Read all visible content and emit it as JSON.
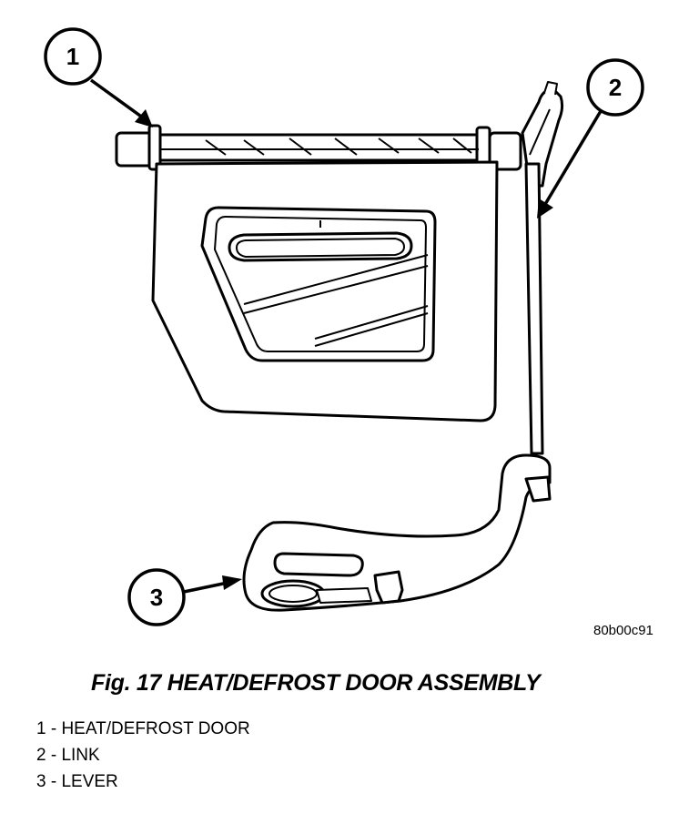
{
  "callouts": [
    {
      "number": "1"
    },
    {
      "number": "2"
    },
    {
      "number": "3"
    }
  ],
  "figure_code": "80b00c91",
  "caption": "Fig. 17 HEAT/DEFROST DOOR ASSEMBLY",
  "legend": [
    {
      "text": "1 - HEAT/DEFROST DOOR"
    },
    {
      "text": "2 - LINK"
    },
    {
      "text": "3 - LEVER"
    }
  ]
}
